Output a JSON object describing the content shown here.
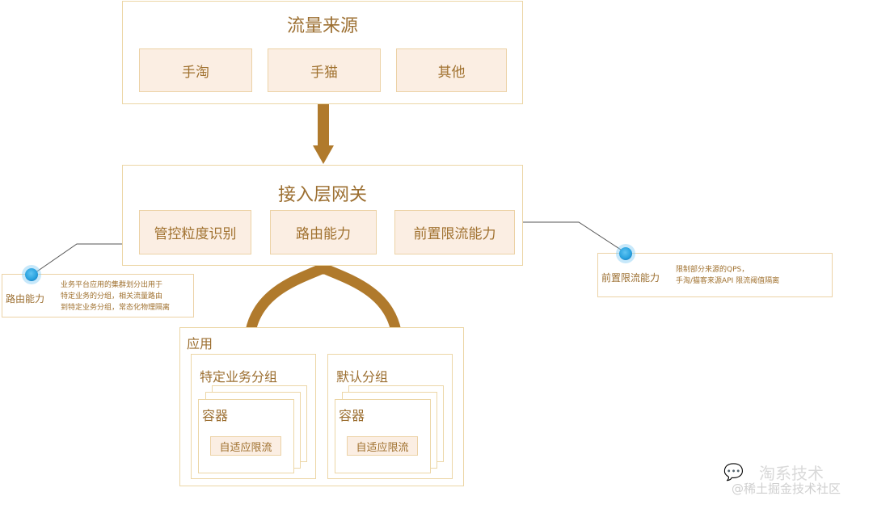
{
  "traffic_source": {
    "title": "流量来源",
    "items": [
      "手淘",
      "手猫",
      "其他"
    ]
  },
  "gateway": {
    "title": "接入层网关",
    "items": [
      "管控粒度识别",
      "路由能力",
      "前置限流能力"
    ]
  },
  "application": {
    "title": "应用",
    "groups": [
      {
        "title": "特定业务分组",
        "container": "容器",
        "feature": "自适应限流"
      },
      {
        "title": "默认分组",
        "container": "容器",
        "feature": "自适应限流"
      }
    ]
  },
  "notes": {
    "routing": {
      "title": "路由能力",
      "text": "业务平台应用的集群划分出用于\n特定业务的分组，相关流量路由\n到特定业务分组，常态化物理隔离"
    },
    "pre_limit": {
      "title": "前置限流能力",
      "text": "限制部分来源的QPS，\n手淘/猫客来源API 限流阈值隔离"
    }
  },
  "watermark": {
    "brand": "淘系技术",
    "source": "@稀土掘金技术社区"
  },
  "colors": {
    "arrow": "#b07a2c",
    "frame_border": "#ecd6a6",
    "cell_fill": "#fbeee3",
    "text": "#9c6f31",
    "connector": "#555555",
    "dot": "#2aa3e0"
  }
}
